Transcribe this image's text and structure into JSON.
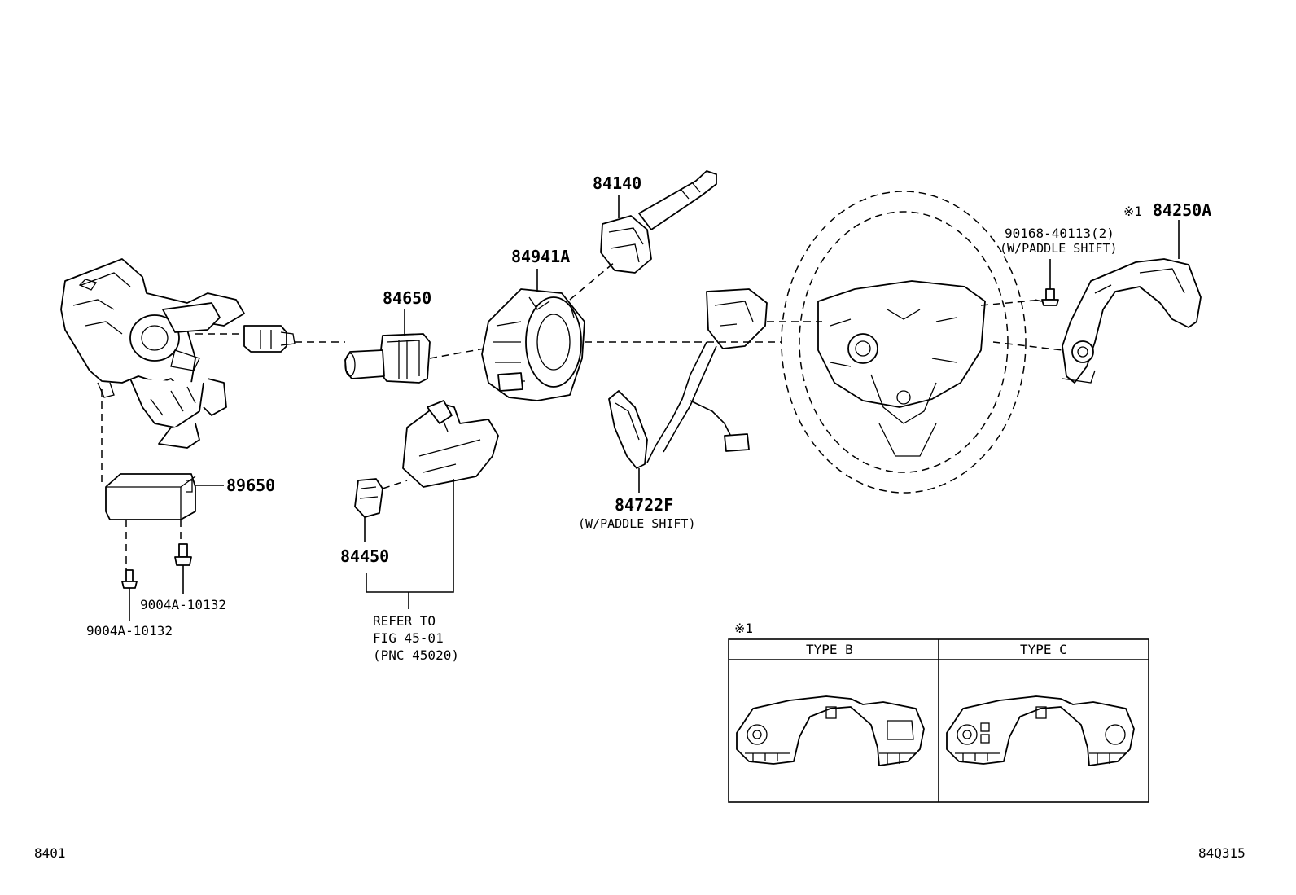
{
  "parts": {
    "p84140": "84140",
    "p84941a": "84941A",
    "p84650": "84650",
    "p84250a": "84250A",
    "p84250a_mark": "※1",
    "p90168": "90168-40113(2)",
    "p90168_note": "(W/PADDLE SHIFT)",
    "p89650": "89650",
    "p84450": "84450",
    "p84722f": "84722F",
    "p84722f_note": "(W/PADDLE SHIFT)",
    "bolt_right": "9004A-10132",
    "bolt_left": "9004A-10132"
  },
  "refer": {
    "line1": "REFER TO",
    "line2": "FIG 45-01",
    "line3": "(PNC 45020)"
  },
  "type_table": {
    "mark": "※1",
    "col1": "TYPE B",
    "col2": "TYPE C"
  },
  "footer": {
    "left_code": "8401",
    "right_code": "84Q315"
  }
}
